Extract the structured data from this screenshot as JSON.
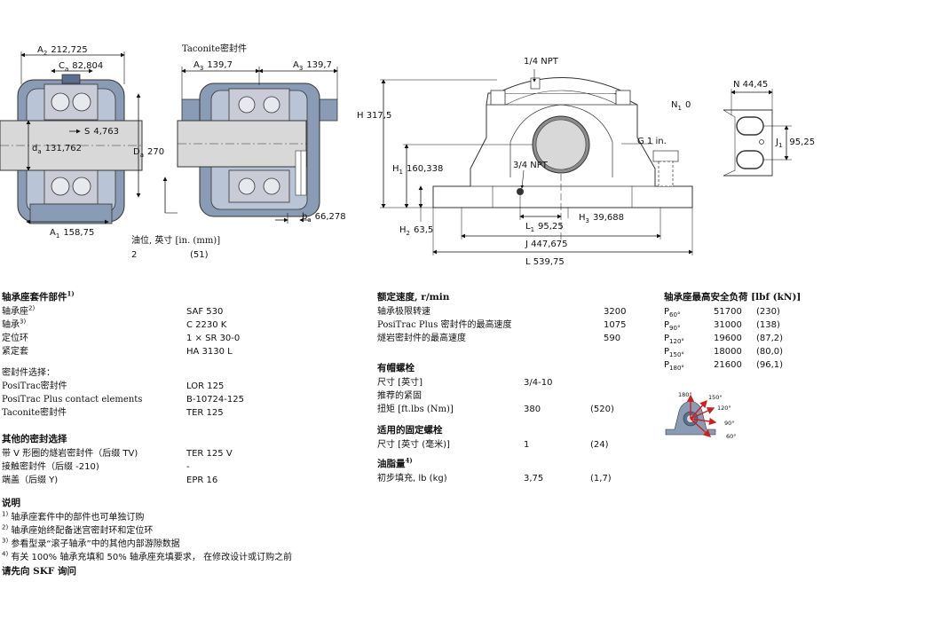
{
  "drawing": {
    "left_labels": {
      "a2": {
        "sym": "A",
        "sub": "2",
        "val": "212,725"
      },
      "ca": {
        "sym": "C",
        "sub": "a",
        "val": "82,804"
      },
      "s": {
        "sym": "S",
        "val": "4,763"
      },
      "da": {
        "sym": "d",
        "sub": "a",
        "val": "131,762"
      },
      "Da": {
        "sym": "D",
        "sub": "a",
        "val": "270"
      },
      "a1": {
        "sym": "A",
        "sub": "1",
        "val": "158,75"
      }
    },
    "mid_labels": {
      "taconite": "Taconite密封件",
      "a3_left": {
        "sym": "A",
        "sub": "3",
        "val": "139,7"
      },
      "a3_right": {
        "sym": "A",
        "sub": "3",
        "val": "139,7"
      },
      "ba": {
        "sym": "b",
        "sub": "a",
        "val": "66,278"
      }
    },
    "oil": {
      "title": "油位, 英寸 [in. (mm)]",
      "in": "2",
      "mm": "(51)"
    },
    "right_labels": {
      "npt_top": "1/4 NPT",
      "h": "H  317,5",
      "h1": {
        "sym": "H",
        "sub": "1",
        "val": "160,338"
      },
      "npt_mid": "3/4 NPT",
      "g": "G  1 in.",
      "h3": {
        "sym": "H",
        "sub": "3",
        "val": "39,688"
      },
      "h2": {
        "sym": "H",
        "sub": "2",
        "val": "63,5"
      },
      "l1": {
        "sym": "L",
        "sub": "1",
        "val": "95,25"
      },
      "j": "J  447,675",
      "l": "L  539,75",
      "n1": {
        "sym": "N",
        "sub": "1",
        "val": "0"
      },
      "n": "N  44,45",
      "j1": {
        "sym": "J",
        "sub": "1",
        "val": "95,25"
      }
    },
    "load_angles": [
      "180°",
      "150°",
      "120°",
      "90°",
      "60°"
    ],
    "colors": {
      "housing": "#8a9bb5",
      "housing_dark": "#5b6e8e",
      "shaft": "#d8d8d8",
      "bearing": "#c9ccd6",
      "arrow": "#cc1f1f",
      "line": "#111111"
    }
  },
  "components": {
    "title": "轴承座套件部件",
    "title_note": "1)",
    "rows": [
      {
        "label": "轴承座",
        "note": "2)",
        "value": "SAF 530"
      },
      {
        "label": "轴承",
        "note": "3)",
        "value": "C 2230 K"
      },
      {
        "label": "定位环",
        "note": "",
        "value": "1 × SR 30-0"
      },
      {
        "label": "紧定套",
        "note": "",
        "value": "HA 3130 L"
      }
    ],
    "seal_title": "密封件选择：",
    "seal_rows": [
      {
        "label": "PosiTrac密封件",
        "value": "LOR 125"
      },
      {
        "label": "PosiTrac Plus contact elements",
        "value": "B-10724-125"
      },
      {
        "label": "Taconite密封件",
        "value": "TER 125"
      }
    ]
  },
  "other_seals": {
    "title": "其他的密封选择",
    "rows": [
      {
        "label": "带 V 形圈的燧岩密封件（后缀 TV)",
        "value": "TER 125 V"
      },
      {
        "label": "接触密封件（后缀 -210)",
        "value": "-"
      },
      {
        "label": "端盖（后缀 Y)",
        "value": "EPR 16"
      }
    ]
  },
  "notes": {
    "title": "说明",
    "items": [
      {
        "num": "1)",
        "text": "轴承座套件中的部件也可单独订购"
      },
      {
        "num": "2)",
        "text": "轴承座始终配备迷宫密封环和定位环"
      },
      {
        "num": "3)",
        "text": "参看型录“滚子轴承”中的其他内部游隙数据"
      },
      {
        "num": "4)",
        "text": "有关 100% 轴承充填和 50% 轴承座充填要求， 在修改设计或订购之前"
      }
    ],
    "footer": "请先向 SKF 询问"
  },
  "speed": {
    "title": "额定速度, r/min",
    "rows": [
      {
        "label": "轴承极限转速",
        "value": "3200"
      },
      {
        "label": "PosiTrac Plus 密封件的最高速度",
        "value": "1075"
      },
      {
        "label": "燧岩密封件的最高速度",
        "value": "590"
      }
    ]
  },
  "cap_bolts": {
    "title": "有帽螺栓",
    "size_label": "尺寸 [英寸]",
    "size_value": "3/4-10",
    "torque_title": "推荐的紧固",
    "torque_label": "扭矩 [ft.lbs (Nm)]",
    "torque_value": "380",
    "torque_nm": "(520)"
  },
  "fixing_bolts": {
    "title": "适用的固定螺栓",
    "label": "尺寸 [英寸 (毫米)]",
    "value": "1",
    "mm": "(24)"
  },
  "grease": {
    "title": "油脂量",
    "title_note": "4)",
    "label": "初步填充, lb (kg)",
    "value": "3,75",
    "kg": "(1,7)"
  },
  "loads": {
    "title": "轴承座最高安全负荷 [lbf (kN)]",
    "rows": [
      {
        "sym": "P",
        "sub": "60°",
        "lbf": "51700",
        "kn": "(230)"
      },
      {
        "sym": "P",
        "sub": "90°",
        "lbf": "31000",
        "kn": "(138)"
      },
      {
        "sym": "P",
        "sub": "120°",
        "lbf": "19600",
        "kn": "(87,2)"
      },
      {
        "sym": "P",
        "sub": "150°",
        "lbf": "18000",
        "kn": "(80,0)"
      },
      {
        "sym": "P",
        "sub": "180°",
        "lbf": "21600",
        "kn": "(96,1)"
      }
    ]
  }
}
